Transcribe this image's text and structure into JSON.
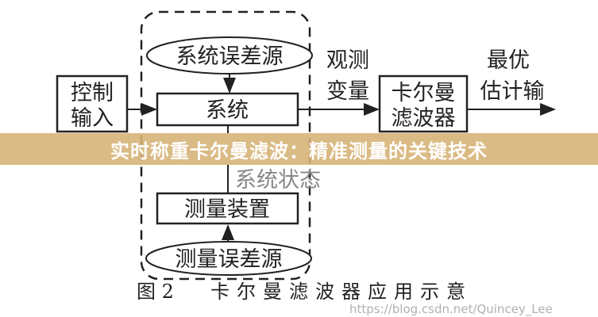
{
  "diagram": {
    "system_error_source": "系统误差源",
    "system": "系统",
    "system_state": "系统状态",
    "measurement_device": "测量装置",
    "measurement_error_source": "测量误差源",
    "control_input": [
      "控制",
      "输入"
    ],
    "observed_quantity": [
      "观测",
      "变量"
    ],
    "kalman_filter": [
      "卡尔曼",
      "滤波器"
    ],
    "optimal_estimate": [
      "最优",
      "估计输"
    ],
    "caption_label": "图 2",
    "caption_text": "卡尔曼滤波器应用示意"
  },
  "banner": {
    "title": "实时称重卡尔曼滤波：精准测量的关键技术"
  },
  "watermark": "https://blog.csdn.net/Quincey_Lee"
}
